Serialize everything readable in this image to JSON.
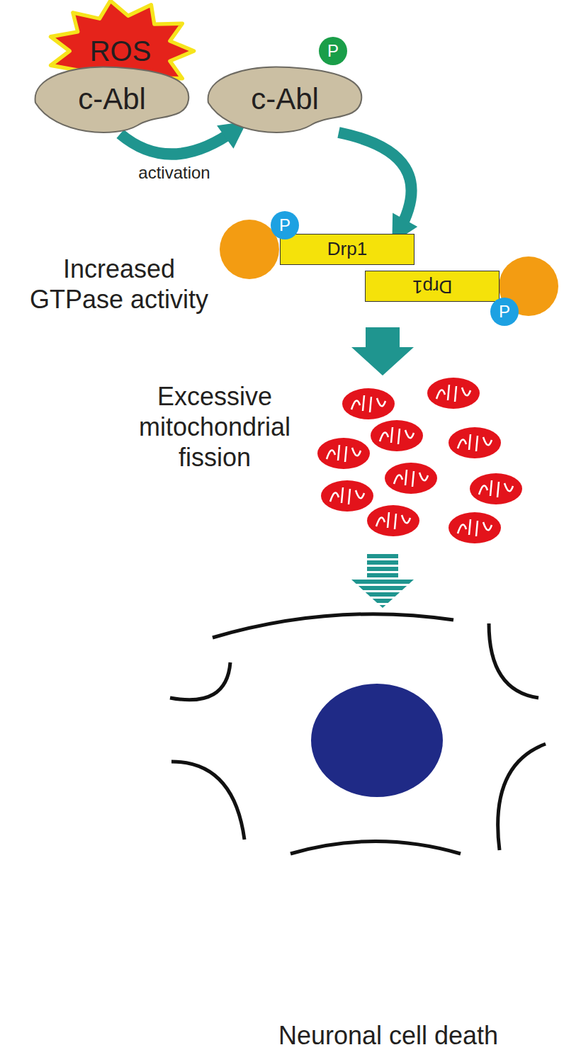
{
  "diagram": {
    "nodes": [
      {
        "text": [
          "ROS"
        ]
      },
      {
        "text": [
          "c-Abl"
        ]
      },
      {
        "text": [
          "c-Abl"
        ]
      },
      {
        "text": [
          "P"
        ]
      },
      {
        "text": [
          "Drp1"
        ]
      },
      {
        "text": [
          "Drp1"
        ]
      },
      {
        "text": [
          "P"
        ]
      },
      {
        "text": [
          "P"
        ]
      }
    ],
    "edges": [
      {
        "from": 1,
        "to": 2,
        "arrow": "to",
        "label": "activation"
      },
      {
        "from": 2,
        "to": 4,
        "arrow": "to"
      }
    ],
    "labels": [
      "Increased GTPase activity",
      "Excessive mitochondrial fission",
      "Neuronal cell death"
    ]
  }
}
